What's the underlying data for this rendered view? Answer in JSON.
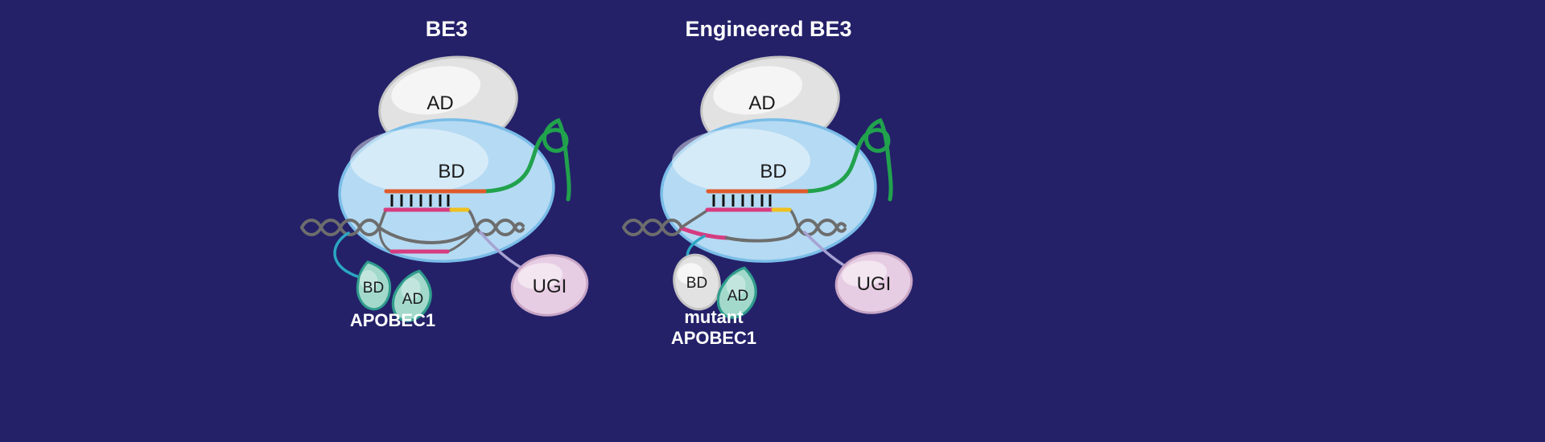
{
  "colors": {
    "background": "#242169",
    "title_text": "#ffffff",
    "label_text": "#1b1b1b",
    "cas9_fill": "#b5daf3",
    "cas9_stroke": "#7abde8",
    "ad_fill": "#e2e2e2",
    "ad_stroke": "#c4c4c4",
    "leaf_fill": "#a2d9cb",
    "leaf_stroke": "#2f9c8c",
    "ugi_fill": "#e7cde3",
    "ugi_stroke": "#c7a5c5",
    "dna": "#6d6d6d",
    "guide_rna": "#e05a2b",
    "protospacer": "#d63c80",
    "pam": "#efc11e",
    "scaffold": "#21a24d",
    "linker_apobec": "#2ba6c4",
    "linker_ugi": "#a7a2d3",
    "hash": "#111111"
  },
  "panels": [
    {
      "title": "BE3",
      "ad_label": "AD",
      "bd_label": "BD",
      "apobec_bd_label": "BD",
      "apobec_ad_label": "AD",
      "apobec_name_lines": [
        "APOBEC1"
      ],
      "ugi_label": "UGI"
    },
    {
      "title": "Engineered BE3",
      "ad_label": "AD",
      "bd_label": "BD",
      "apobec_bd_label": "BD",
      "apobec_ad_label": "AD",
      "apobec_name_lines": [
        "mutant",
        "APOBEC1"
      ],
      "ugi_label": "UGI"
    }
  ]
}
